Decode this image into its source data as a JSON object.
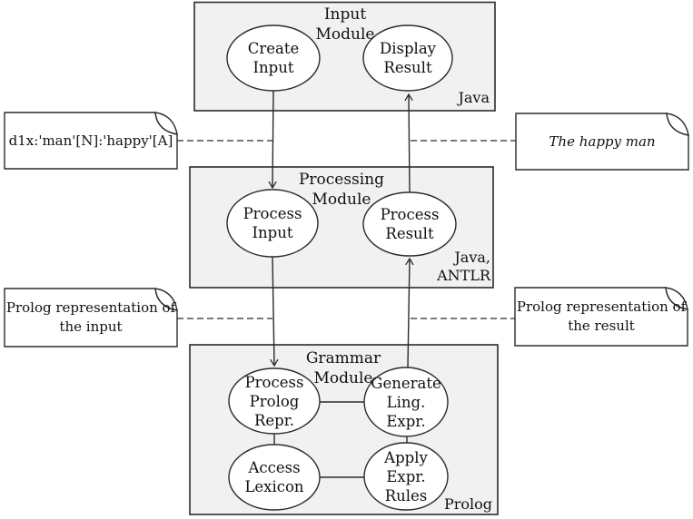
{
  "colors": {
    "module_fill": "#f1f1f1",
    "stroke": "#2b2b2b",
    "node_fill": "#ffffff",
    "note_fill": "#ffffff",
    "text": "#111111"
  },
  "modules": [
    {
      "title": "Input Module",
      "title_lines": [
        "Input",
        "Module"
      ],
      "tech": "Java",
      "tech_lines": [
        "Java"
      ],
      "nodes": [
        {
          "id": "create-input",
          "label": "Create Input",
          "lines": [
            "Create",
            "Input"
          ]
        },
        {
          "id": "display-result",
          "label": "Display Result",
          "lines": [
            "Display",
            "Result"
          ]
        }
      ]
    },
    {
      "title": "Processing Module",
      "title_lines": [
        "Processing",
        "Module"
      ],
      "tech": "Java, ANTLR",
      "tech_lines": [
        "Java,",
        "ANTLR"
      ],
      "nodes": [
        {
          "id": "process-input",
          "label": "Process Input",
          "lines": [
            "Process",
            "Input"
          ]
        },
        {
          "id": "process-result",
          "label": "Process Result",
          "lines": [
            "Process",
            "Result"
          ]
        }
      ]
    },
    {
      "title": "Grammar Module",
      "title_lines": [
        "Grammar",
        "Module"
      ],
      "tech": "Prolog",
      "tech_lines": [
        "Prolog"
      ],
      "nodes": [
        {
          "id": "process-prolog-repr",
          "label": "Process Prolog Repr.",
          "lines": [
            "Process",
            "Prolog",
            "Repr."
          ]
        },
        {
          "id": "generate-ling-expr",
          "label": "Generate Ling. Expr.",
          "lines": [
            "Generate",
            "Ling.",
            "Expr."
          ]
        },
        {
          "id": "access-lexicon",
          "label": "Access Lexicon",
          "lines": [
            "Access",
            "Lexicon"
          ]
        },
        {
          "id": "apply-expr-rules",
          "label": "Apply Expr. Rules",
          "lines": [
            "Apply",
            "Expr.",
            "Rules"
          ]
        }
      ]
    }
  ],
  "notes": [
    {
      "id": "input-expression",
      "text": "d1x:'man'[N]:'happy'[A]",
      "lines": [
        "d1x:'man'[N]:'happy'[A]"
      ],
      "italic": false
    },
    {
      "id": "output-expression",
      "text": "The happy man",
      "lines": [
        "The happy man"
      ],
      "italic": true
    },
    {
      "id": "prolog-input",
      "text": "Prolog representation of the input",
      "lines": [
        "Prolog representation of",
        "the input"
      ],
      "italic": false
    },
    {
      "id": "prolog-result",
      "text": "Prolog representation of the result",
      "lines": [
        "Prolog representation of",
        "the result"
      ],
      "italic": false
    }
  ]
}
